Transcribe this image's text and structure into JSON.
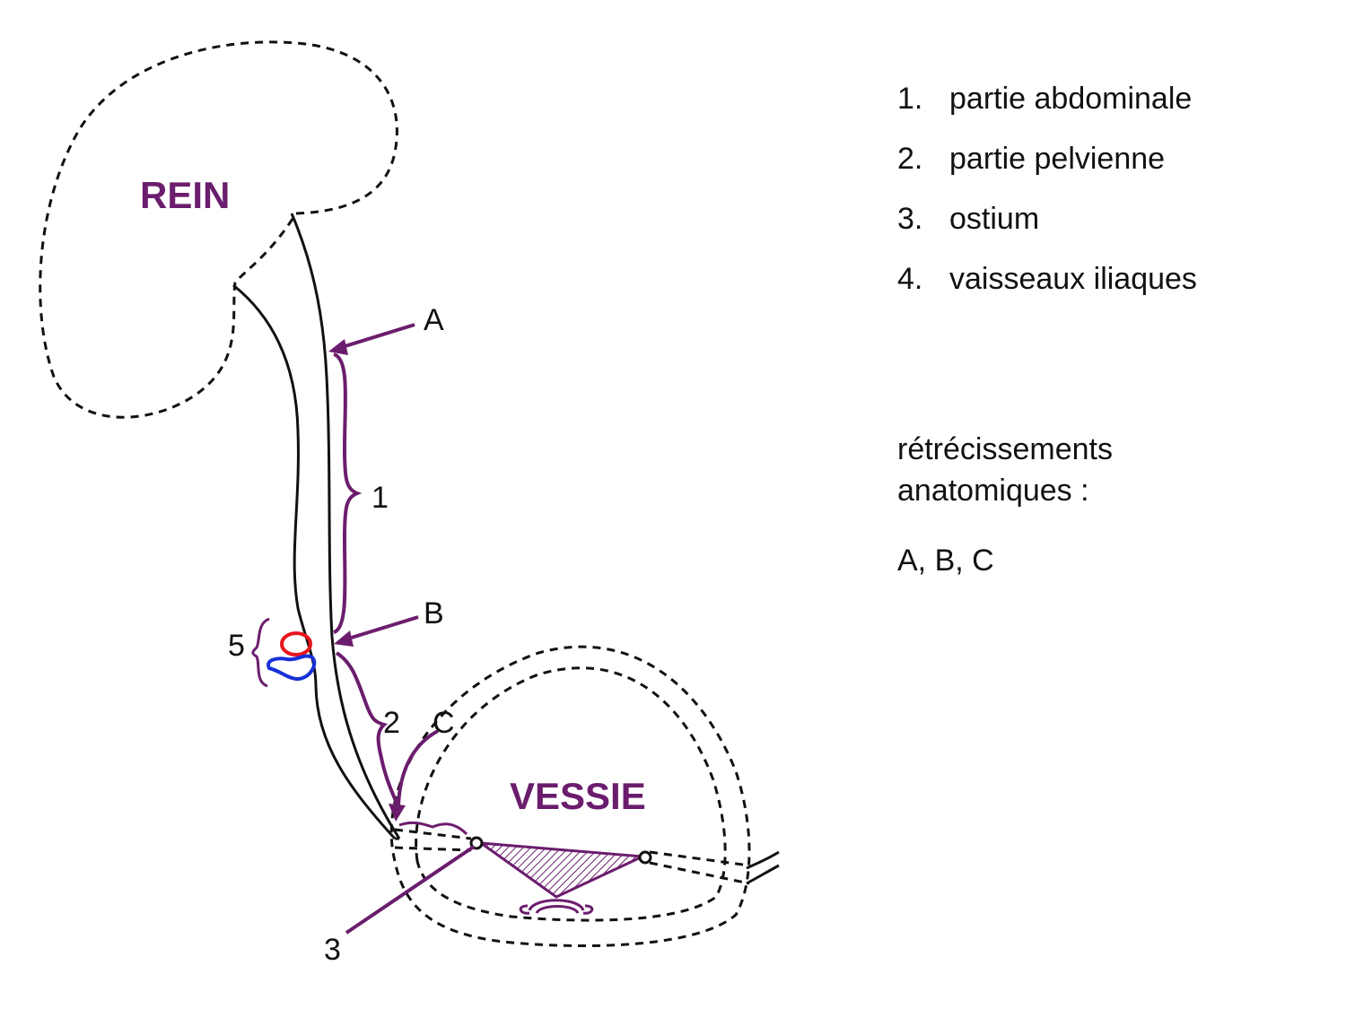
{
  "organs": {
    "kidney": "REIN",
    "bladder": "VESSIE"
  },
  "markers": {
    "one": "1",
    "two": "2",
    "three": "3",
    "five": "5",
    "a": "A",
    "b": "B",
    "c": "C"
  },
  "legend": [
    {
      "num": "1.",
      "text": "partie abdominale"
    },
    {
      "num": "2.",
      "text": "partie pelvienne"
    },
    {
      "num": "3.",
      "text": "ostium"
    },
    {
      "num": "4.",
      "text": "vaisseaux iliaques"
    }
  ],
  "narrowings": {
    "title": "rétrécissements anatomiques :",
    "list": "A, B, C"
  },
  "colors": {
    "accent": "#6b1d6d",
    "artery": "#e8141c",
    "vein": "#1730d8",
    "outline": "#111111"
  }
}
